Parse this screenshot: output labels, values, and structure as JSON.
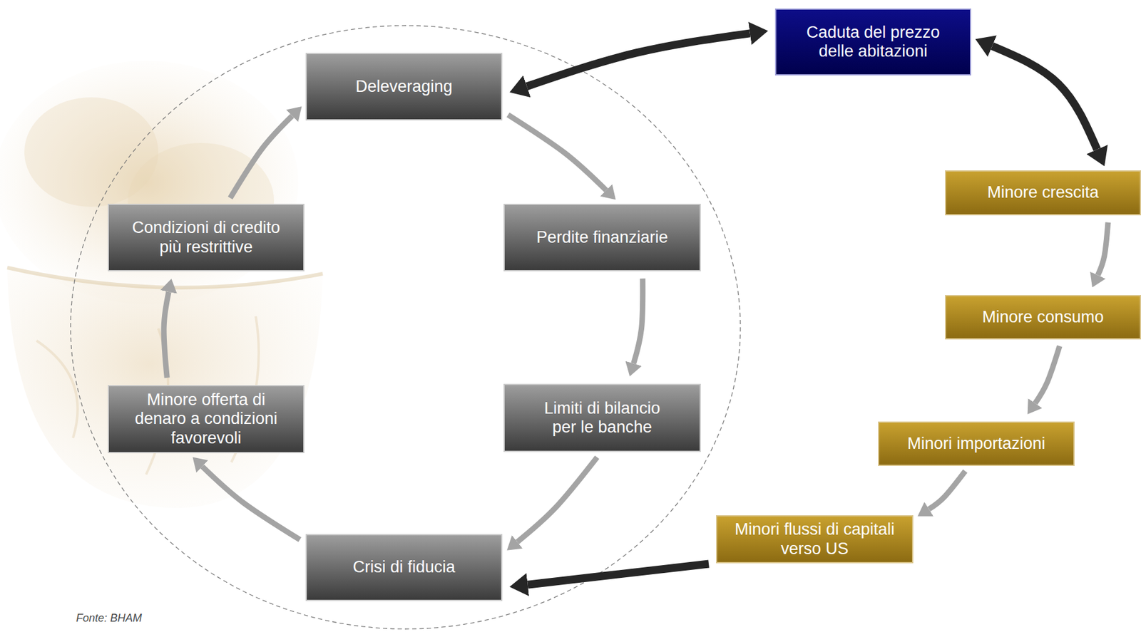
{
  "diagram": {
    "nodes": [
      {
        "text": [
          "Caduta del prezzo delle abitazioni"
        ]
      },
      {
        "text": [
          "Deleveraging"
        ]
      },
      {
        "text": [
          "Condizioni di credito più restrittive"
        ]
      },
      {
        "text": [
          "Perdite finanziarie"
        ]
      },
      {
        "text": [
          "Minore crescita"
        ]
      },
      {
        "text": [
          "Minore consumo"
        ]
      },
      {
        "text": [
          "Minore offerta di denaro a condizioni favorevoli"
        ]
      },
      {
        "text": [
          "Limiti di bilancio per le banche"
        ]
      },
      {
        "text": [
          "Minori importazioni"
        ]
      },
      {
        "text": [
          "Minori flussi di capitali verso US"
        ]
      },
      {
        "text": [
          "Crisi di fiducia"
        ]
      }
    ],
    "edges": [
      {
        "from": 0,
        "to": 1,
        "arrow": "both"
      },
      {
        "from": 0,
        "to": 4,
        "arrow": "both"
      },
      {
        "from": 1,
        "to": 3,
        "arrow": "to"
      },
      {
        "from": 3,
        "to": 7,
        "arrow": "to"
      },
      {
        "from": 7,
        "to": 10,
        "arrow": "to"
      },
      {
        "from": 10,
        "to": 6,
        "arrow": "to"
      },
      {
        "from": 6,
        "to": 2,
        "arrow": "to"
      },
      {
        "from": 2,
        "to": 1,
        "arrow": "to"
      },
      {
        "from": 4,
        "to": 5,
        "arrow": "to"
      },
      {
        "from": 5,
        "to": 8,
        "arrow": "to"
      },
      {
        "from": 8,
        "to": 9,
        "arrow": "to"
      },
      {
        "from": 9,
        "to": 10,
        "arrow": "to"
      }
    ],
    "labels": [
      "Fonte: BHAM"
    ]
  }
}
